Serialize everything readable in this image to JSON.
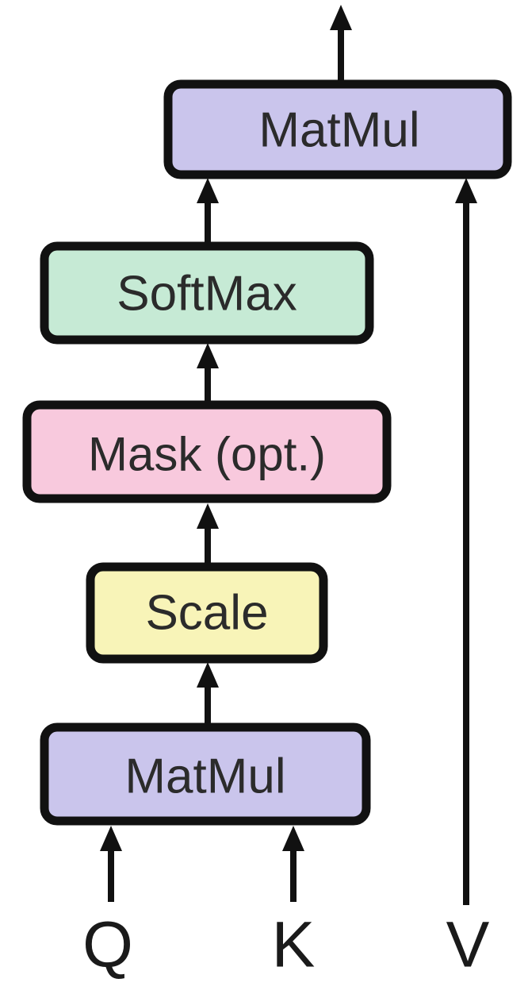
{
  "nodes": [
    {
      "id": "matmul-top",
      "label": "MatMul",
      "fill": "#cac5ec"
    },
    {
      "id": "softmax",
      "label": "SoftMax",
      "fill": "#c6ead5"
    },
    {
      "id": "mask",
      "label": "Mask (opt.)",
      "fill": "#f8c9dd"
    },
    {
      "id": "scale",
      "label": "Scale",
      "fill": "#f8f4b8"
    },
    {
      "id": "matmul-bottom",
      "label": "MatMul",
      "fill": "#cac5ec"
    }
  ],
  "inputs": [
    {
      "id": "q",
      "label": "Q"
    },
    {
      "id": "k",
      "label": "K"
    },
    {
      "id": "v",
      "label": "V"
    }
  ],
  "edges": [
    {
      "from": "q",
      "to": "matmul-bottom"
    },
    {
      "from": "k",
      "to": "matmul-bottom"
    },
    {
      "from": "matmul-bottom",
      "to": "scale"
    },
    {
      "from": "scale",
      "to": "mask"
    },
    {
      "from": "mask",
      "to": "softmax"
    },
    {
      "from": "softmax",
      "to": "matmul-top"
    },
    {
      "from": "v",
      "to": "matmul-top"
    },
    {
      "from": "matmul-top",
      "to": "output"
    }
  ]
}
